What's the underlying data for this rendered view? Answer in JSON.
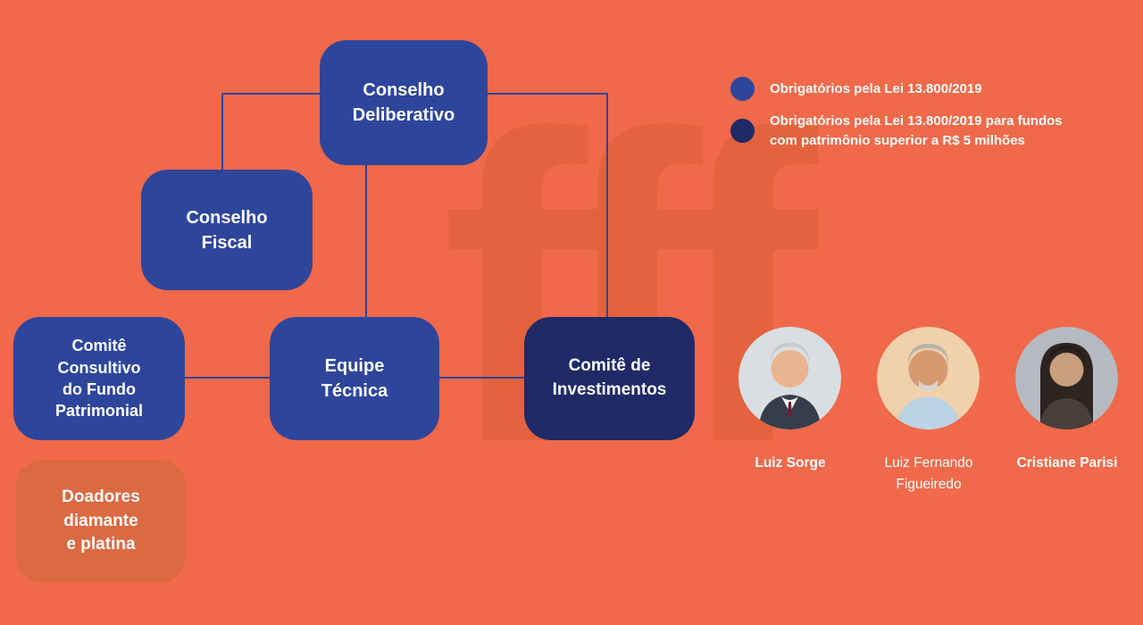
{
  "colors": {
    "background": "#F0694A",
    "box_blue": "#2E459C",
    "box_navy": "#1F2A66",
    "box_donors": "#DB6942",
    "connector_line": "#2E459C",
    "watermark": "#D95F36",
    "text": "#FFFFFF"
  },
  "watermark": "fff",
  "org": {
    "nodes": {
      "conselho_deliberativo": "Conselho\nDeliberativo",
      "conselho_fiscal": "Conselho\nFiscal",
      "comite_consultivo": "Comitê\nConsultivo\ndo Fundo\nPatrimonial",
      "equipe_tecnica": "Equipe\nTécnica",
      "comite_investimentos": "Comitê de\nInvestimentos",
      "doadores": "Doadores\ndiamante\ne platina"
    }
  },
  "legend": {
    "items": [
      {
        "color": "#2E459C",
        "text": "Obrigatórios pela Lei 13.800/2019"
      },
      {
        "color": "#1F2A66",
        "text": "Obrigatórios pela Lei 13.800/2019 para fundos\ncom patrimônio superior a R$ 5 milhões"
      }
    ]
  },
  "people": [
    {
      "name": "Luiz Sorge"
    },
    {
      "name": "Luiz Fernando\nFigueiredo"
    },
    {
      "name": "Cristiane Parisi"
    }
  ]
}
